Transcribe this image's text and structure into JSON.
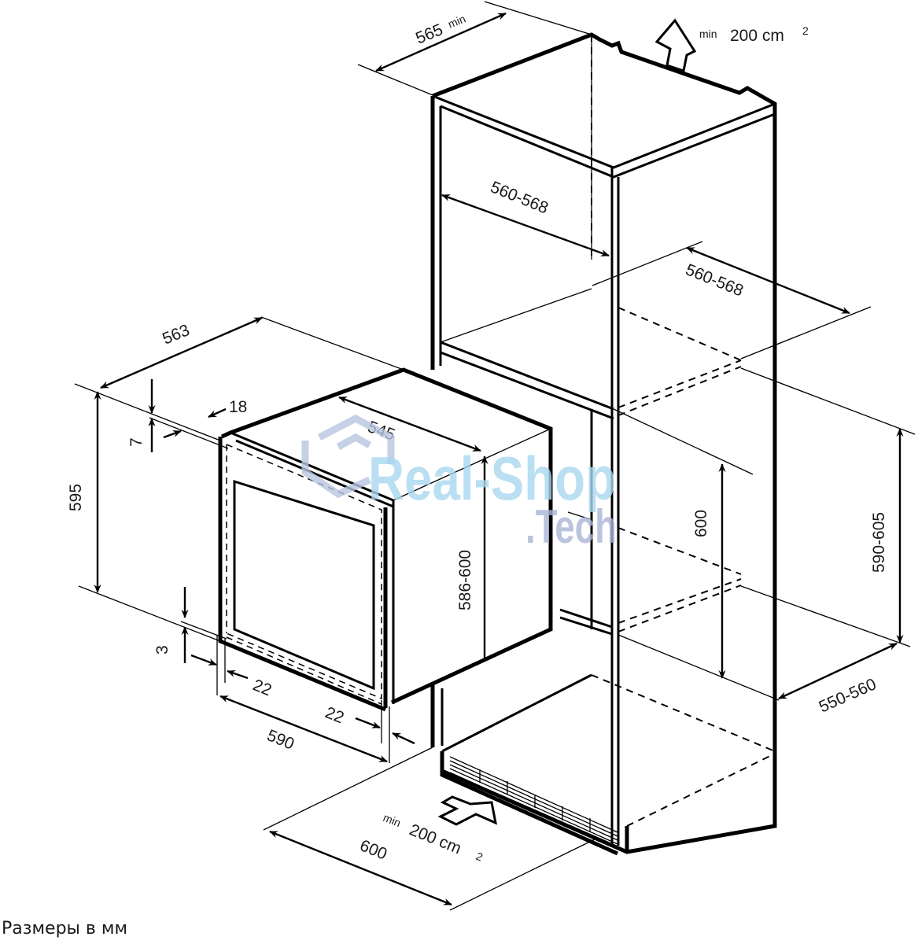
{
  "diagram": {
    "subject": "Built-in oven installation into tall cabinet",
    "caption": "Размеры в мм",
    "ventilation": {
      "top": {
        "prefix": "min",
        "value": "200 cm",
        "exp": "2"
      },
      "bottom": {
        "prefix": "min",
        "value": "200 cm",
        "exp": "2"
      }
    },
    "cabinet_dimensions": {
      "top_depth": "565",
      "top_depth_suffix": "min",
      "inner_width_upper": "560-568",
      "inner_width_lower": "560-568",
      "niche_height_inner": "600",
      "niche_height_outer": "590-605",
      "niche_depth": "550-560",
      "cabinet_width": "600"
    },
    "oven_dimensions": {
      "total_depth": "563",
      "body_depth": "545",
      "height": "595",
      "body_height": "586-600",
      "width": "590",
      "frame_thickness": "18",
      "top_offset": "7",
      "bottom_offset": "3",
      "side_offset_left": "22",
      "side_offset_right": "22"
    },
    "watermark": {
      "line1": "Real-Shop",
      "line2": ".Tech",
      "color1": "#a9d8ef",
      "color2": "#aab6d6"
    }
  }
}
